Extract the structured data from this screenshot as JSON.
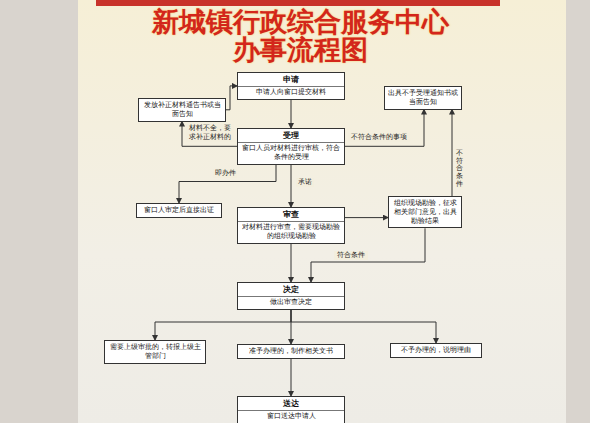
{
  "diagram": {
    "title": "新城镇行政综合服务中心 办事流程图",
    "nodes": [
      {
        "text": [
          "申请",
          "申请人向窗口提交材料"
        ]
      },
      {
        "text": [
          "发放补正材料通告书或当面告知"
        ]
      },
      {
        "text": [
          "出具不予受理通知书或当面告知"
        ]
      },
      {
        "text": [
          "受理",
          "窗口人员对材料进行审核，符合条件的受理"
        ]
      },
      {
        "text": [
          "窗口人审定后直接出证"
        ]
      },
      {
        "text": [
          "审查",
          "对材料进行审查，需要现场勘验的组织现场勘验"
        ]
      },
      {
        "text": [
          "组织现场勘验，征求相关部门意见，出具勘验结果"
        ]
      },
      {
        "text": [
          "决定",
          "做出审查决定"
        ]
      },
      {
        "text": [
          "需要上级审批的，转报上级主管部门"
        ]
      },
      {
        "text": [
          "准予办理的，制作相关文书"
        ]
      },
      {
        "text": [
          "不予办理的，说明理由"
        ]
      },
      {
        "text": [
          "送达",
          "窗口送达申请人"
        ]
      }
    ],
    "edges": [
      {
        "from": 0,
        "to": 3,
        "arrow": "to"
      },
      {
        "from": 3,
        "to": 1,
        "label": "材料不全，要求补正材料的",
        "arrow": "to"
      },
      {
        "from": 1,
        "to": 0,
        "arrow": "to"
      },
      {
        "from": 3,
        "to": 2,
        "label": "不符合条件的事项",
        "arrow": "to"
      },
      {
        "from": 3,
        "to": 4,
        "label": "即办件",
        "arrow": "to"
      },
      {
        "from": 3,
        "to": 5,
        "label": "承诺",
        "arrow": "to"
      },
      {
        "from": 5,
        "to": 6,
        "arrow": "to"
      },
      {
        "from": 6,
        "to": 2,
        "label": "不符合条件",
        "arrow": "to"
      },
      {
        "from": 5,
        "to": 7,
        "arrow": "to"
      },
      {
        "from": 6,
        "to": 7,
        "label": "符合条件",
        "arrow": "to"
      },
      {
        "from": 7,
        "to": 8,
        "arrow": "to"
      },
      {
        "from": 7,
        "to": 9,
        "arrow": "to"
      },
      {
        "from": 7,
        "to": 10,
        "arrow": "to"
      },
      {
        "from": 9,
        "to": 11,
        "arrow": "to"
      }
    ]
  }
}
